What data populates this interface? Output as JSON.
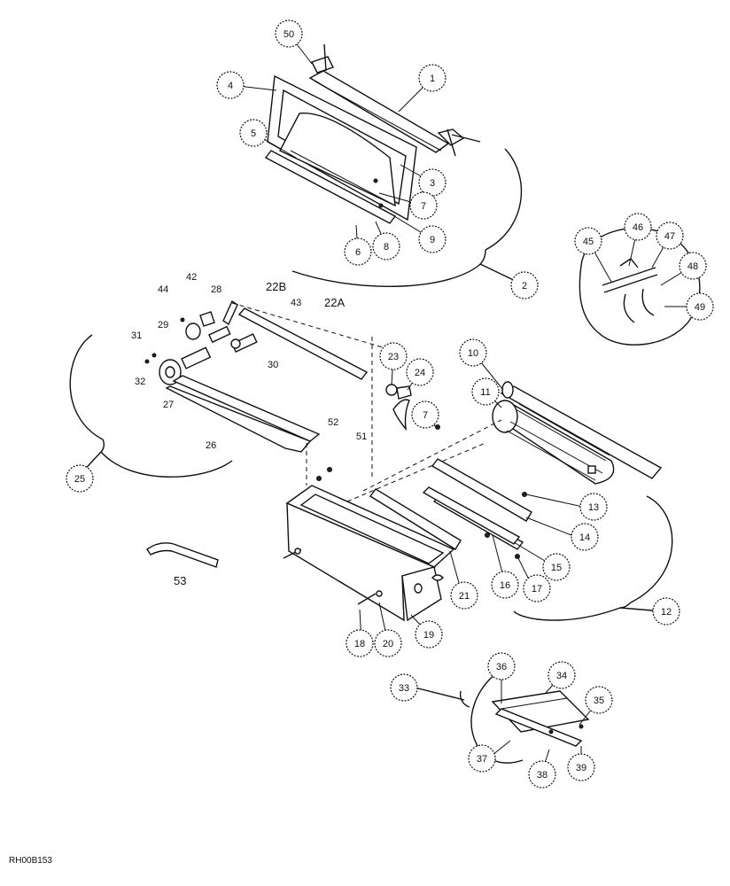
{
  "diagram": {
    "reference_code": "RH00B153",
    "callouts": [
      {
        "id": "c50",
        "label": "50"
      },
      {
        "id": "c1",
        "label": "1"
      },
      {
        "id": "c4",
        "label": "4"
      },
      {
        "id": "c5",
        "label": "5"
      },
      {
        "id": "c3",
        "label": "3"
      },
      {
        "id": "c7a",
        "label": "7"
      },
      {
        "id": "c9",
        "label": "9"
      },
      {
        "id": "c8",
        "label": "8"
      },
      {
        "id": "c6",
        "label": "6"
      },
      {
        "id": "c2",
        "label": "2"
      },
      {
        "id": "c45",
        "label": "45"
      },
      {
        "id": "c46",
        "label": "46"
      },
      {
        "id": "c47",
        "label": "47"
      },
      {
        "id": "c48",
        "label": "48"
      },
      {
        "id": "c49",
        "label": "49"
      },
      {
        "id": "c23",
        "label": "23"
      },
      {
        "id": "c24",
        "label": "24"
      },
      {
        "id": "c10",
        "label": "10"
      },
      {
        "id": "c11",
        "label": "11"
      },
      {
        "id": "c7b",
        "label": "7"
      },
      {
        "id": "c25",
        "label": "25"
      },
      {
        "id": "c13",
        "label": "13"
      },
      {
        "id": "c14",
        "label": "14"
      },
      {
        "id": "c15",
        "label": "15"
      },
      {
        "id": "c16",
        "label": "16"
      },
      {
        "id": "c17",
        "label": "17"
      },
      {
        "id": "c21",
        "label": "21"
      },
      {
        "id": "c12",
        "label": "12"
      },
      {
        "id": "c19",
        "label": "19"
      },
      {
        "id": "c20",
        "label": "20"
      },
      {
        "id": "c18",
        "label": "18"
      },
      {
        "id": "c33",
        "label": "33"
      },
      {
        "id": "c36",
        "label": "36"
      },
      {
        "id": "c34",
        "label": "34"
      },
      {
        "id": "c35",
        "label": "35"
      },
      {
        "id": "c37",
        "label": "37"
      },
      {
        "id": "c39",
        "label": "39"
      },
      {
        "id": "c38",
        "label": "38"
      }
    ],
    "labels": [
      {
        "id": "t44",
        "label": "44"
      },
      {
        "id": "t42",
        "label": "42"
      },
      {
        "id": "t28",
        "label": "28"
      },
      {
        "id": "t22b",
        "label": "22B"
      },
      {
        "id": "t43",
        "label": "43"
      },
      {
        "id": "t22a",
        "label": "22A"
      },
      {
        "id": "t29",
        "label": "29"
      },
      {
        "id": "t31",
        "label": "31"
      },
      {
        "id": "t32",
        "label": "32"
      },
      {
        "id": "t30",
        "label": "30"
      },
      {
        "id": "t27",
        "label": "27"
      },
      {
        "id": "t26",
        "label": "26"
      },
      {
        "id": "t52",
        "label": "52"
      },
      {
        "id": "t51",
        "label": "51"
      },
      {
        "id": "t53",
        "label": "53"
      }
    ]
  }
}
